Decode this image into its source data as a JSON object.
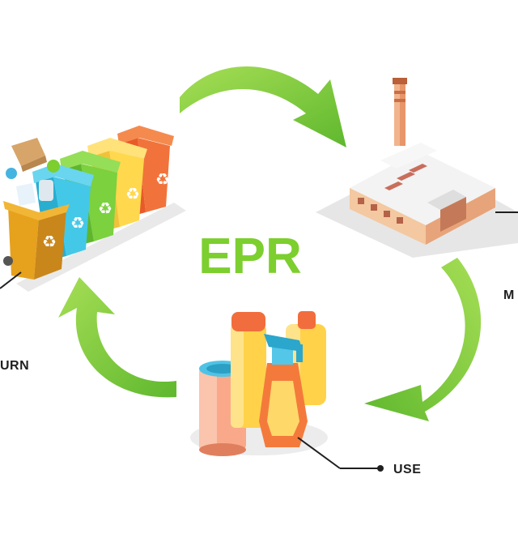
{
  "title": "EPR",
  "stages": {
    "manufacture": "M",
    "use": "USE",
    "return": "URN"
  },
  "colors": {
    "arrow": "#76c83a",
    "arrow_light": "#a6de55",
    "title": "#7ccf2e",
    "leader": "#1f1f1f"
  },
  "icons": [
    "recycling-bins-icon",
    "factory-icon",
    "products-icon",
    "cycle-arrow-icon"
  ]
}
